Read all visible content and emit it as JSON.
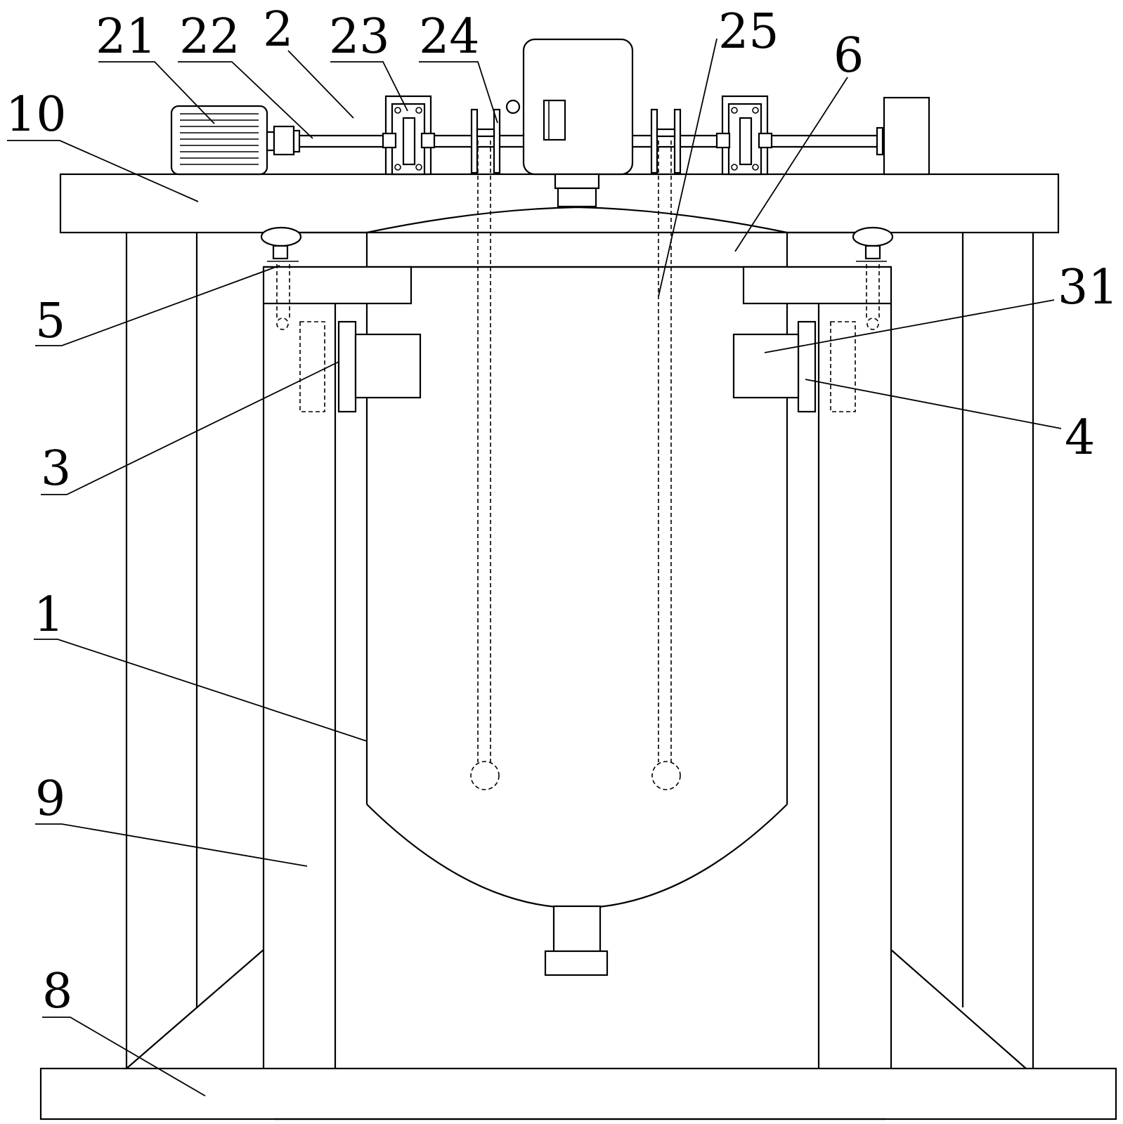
{
  "labels": {
    "l21": "21",
    "l22": "22",
    "l2": "2",
    "l23": "23",
    "l24": "24",
    "l25": "25",
    "l6": "6",
    "l10": "10",
    "l5": "5",
    "l31": "31",
    "l3": "3",
    "l4": "4",
    "l1": "1",
    "l9": "9",
    "l8": "8"
  }
}
